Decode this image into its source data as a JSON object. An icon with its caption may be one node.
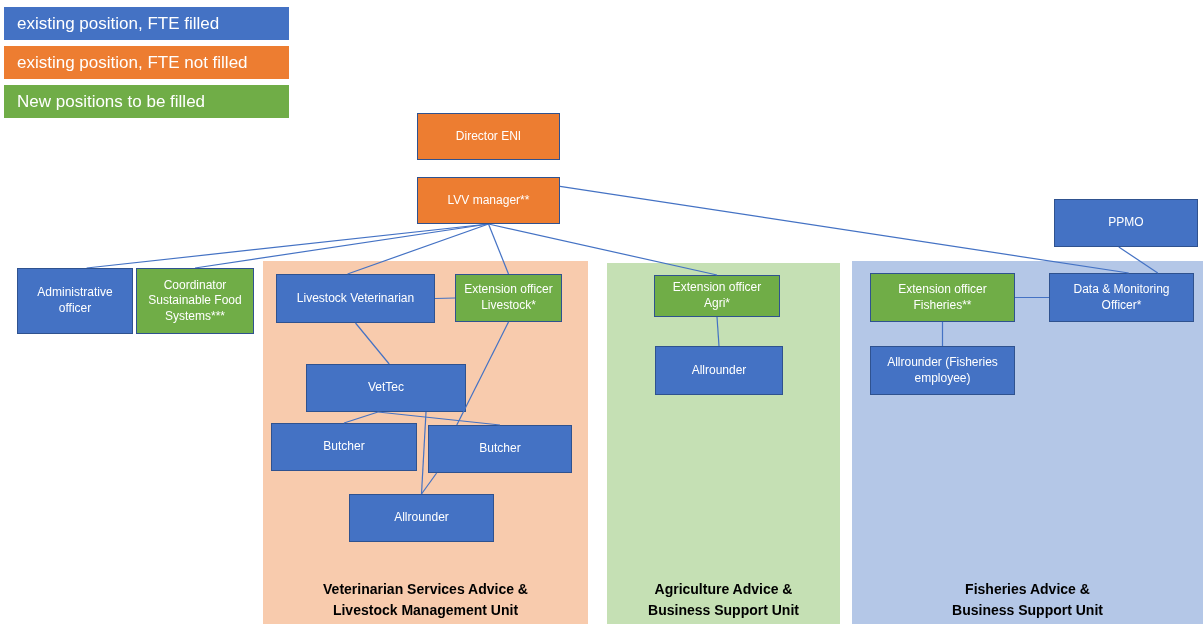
{
  "diagram": {
    "nodes": [
      {
        "text": [
          "Director ENI"
        ]
      },
      {
        "text": [
          "LVV manager**"
        ]
      },
      {
        "text": [
          "Administrative officer"
        ]
      },
      {
        "text": [
          "Coordinator Sustainable Food Systems***"
        ]
      },
      {
        "text": [
          "Veterinarian Services Advice & Livestock Management Unit"
        ]
      },
      {
        "text": [
          "Livestock Veterinarian"
        ],
        "in": 4
      },
      {
        "text": [
          "Extension officer Livestock*"
        ],
        "in": 4
      },
      {
        "text": [
          "VetTec"
        ],
        "in": 4
      },
      {
        "text": [
          "Butcher"
        ],
        "in": 4
      },
      {
        "text": [
          "Butcher"
        ],
        "in": 4
      },
      {
        "text": [
          "Allrounder"
        ],
        "in": 4
      },
      {
        "text": [
          "Agriculture Advice & Business Support Unit"
        ]
      },
      {
        "text": [
          "Extension officer Agri*"
        ],
        "in": 11
      },
      {
        "text": [
          "Allrounder"
        ],
        "in": 11
      },
      {
        "text": [
          "PPMO"
        ]
      },
      {
        "text": [
          "Fisheries Advice & Business Support Unit"
        ]
      },
      {
        "text": [
          "Extension officer Fisheries**"
        ],
        "in": 15
      },
      {
        "text": [
          "Data & Monitoring Officer*"
        ],
        "in": 15
      },
      {
        "text": [
          "Allrounder (Fisheries employee)"
        ],
        "in": 15
      }
    ],
    "edges": [
      {
        "from": 1,
        "to": 2,
        "arrow": "none"
      },
      {
        "from": 1,
        "to": 3,
        "arrow": "none"
      },
      {
        "from": 1,
        "to": 5,
        "arrow": "none"
      },
      {
        "from": 1,
        "to": 6,
        "arrow": "none"
      },
      {
        "from": 1,
        "to": 12,
        "arrow": "none"
      },
      {
        "from": 1,
        "to": 17,
        "arrow": "none"
      },
      {
        "from": 5,
        "to": 6,
        "arrow": "none"
      },
      {
        "from": 5,
        "to": 7,
        "arrow": "none"
      },
      {
        "from": 7,
        "to": 8,
        "arrow": "none"
      },
      {
        "from": 7,
        "to": 9,
        "arrow": "none"
      },
      {
        "from": 7,
        "to": 10,
        "arrow": "none"
      },
      {
        "from": 6,
        "to": 9,
        "arrow": "none"
      },
      {
        "from": 9,
        "to": 10,
        "arrow": "none"
      },
      {
        "from": 12,
        "to": 13,
        "arrow": "none"
      },
      {
        "from": 14,
        "to": 17,
        "arrow": "none"
      },
      {
        "from": 16,
        "to": 17,
        "arrow": "none"
      },
      {
        "from": 16,
        "to": 18,
        "arrow": "none"
      }
    ],
    "legend": [
      {
        "text": "existing position, FTE filled",
        "color": "#4472c4"
      },
      {
        "text": "existing position, FTE not filled",
        "color": "#ed7d31"
      },
      {
        "text": "New positions to be filled",
        "color": "#70ad47"
      }
    ]
  }
}
